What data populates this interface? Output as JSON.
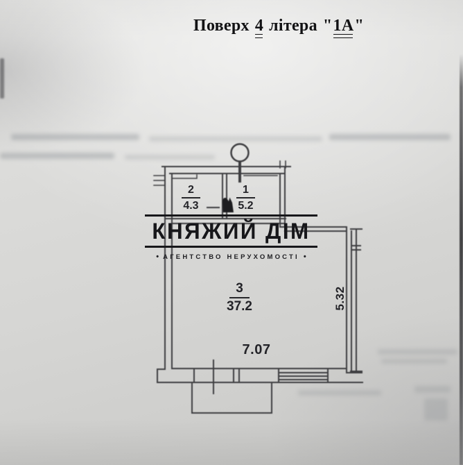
{
  "title": {
    "word1": "Поверх",
    "floor": "4",
    "word2": "літера",
    "open_quote": "\"",
    "letter": "1А",
    "close_quote": "\""
  },
  "watermark": {
    "brand": "КНЯЖИЙ ДІМ",
    "tagline": "АГЕНТСТВО НЕРУХОМОСТІ",
    "bullet": "•"
  },
  "plan": {
    "rooms": [
      {
        "number": "1",
        "area": "5.2"
      },
      {
        "number": "2",
        "area": "4.3"
      },
      {
        "number": "3",
        "area": "37.2"
      }
    ],
    "dimensions": {
      "bottom_width": "7.07",
      "right_height": "5.32"
    }
  },
  "colors": {
    "ink": "#3d3d40",
    "title_ink": "#121214",
    "watermark_ink": "#17171a",
    "paper_light": "#e6e6e4",
    "paper_dark": "#c7c7c5"
  }
}
